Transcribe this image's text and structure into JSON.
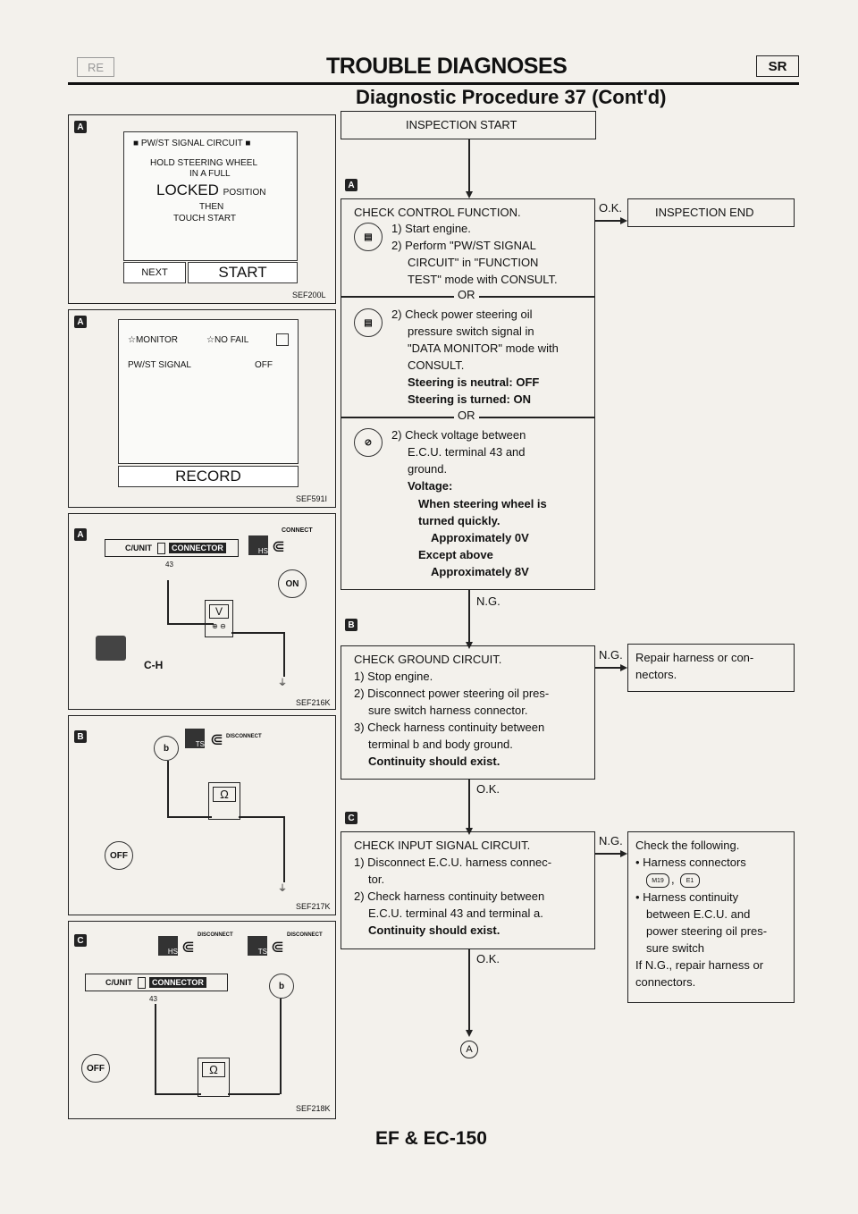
{
  "header": {
    "left_badge": "RE",
    "title": "TROUBLE DIAGNOSES",
    "right_badge": "SR",
    "subtitle": "Diagnostic Procedure 37 (Cont'd)"
  },
  "panels": {
    "a1": {
      "tag": "A",
      "line1": "PW/ST SIGNAL CIRCUIT",
      "line2": "HOLD STEERING WHEEL",
      "line3": "IN A FULL",
      "line4a": "LOCKED",
      "line4b": "POSITION",
      "line5": "THEN",
      "line6": "TOUCH START",
      "btn_next": "NEXT",
      "btn_start": "START",
      "ref": "SEF200L"
    },
    "a2": {
      "tag": "A",
      "hdr_monitor": "☆MONITOR",
      "hdr_nofail": "☆NO FAIL",
      "row_label": "PW/ST SIGNAL",
      "row_value": "OFF",
      "btn_record": "RECORD",
      "ref": "SEF591I"
    },
    "a3": {
      "tag": "A",
      "cunit": "C/UNIT",
      "connector": "CONNECTOR",
      "pin": "43",
      "connect": "CONNECT",
      "hs": "HS",
      "on": "ON",
      "v": "V",
      "ch": "C-H",
      "ref": "SEF216K"
    },
    "b1": {
      "tag": "B",
      "disconnect": "DISCONNECT",
      "pin": "b",
      "ts": "TS",
      "off": "OFF",
      "ohm": "Ω",
      "ref": "SEF217K"
    },
    "c1": {
      "tag": "C",
      "disconnect1": "DISCONNECT",
      "disconnect2": "DISCONNECT",
      "hs": "HS",
      "ts": "TS",
      "cunit": "C/UNIT",
      "connector": "CONNECTOR",
      "pin": "43",
      "pin_b": "b",
      "off": "OFF",
      "ohm": "Ω",
      "ref": "SEF218K"
    }
  },
  "flow": {
    "inspection_start": "INSPECTION START",
    "tag_a": "A",
    "tag_b": "B",
    "tag_c": "C",
    "check_control": {
      "title": "CHECK CONTROL FUNCTION.",
      "s1": "1) Start engine.",
      "s2a": "2) Perform \"PW/ST SIGNAL",
      "s2b": "CIRCUIT\" in \"FUNCTION",
      "s2c": "TEST\" mode with CONSULT.",
      "or1": "OR",
      "m1": "2) Check power steering oil",
      "m2": "pressure switch signal in",
      "m3": "\"DATA MONITOR\" mode with",
      "m4": "CONSULT.",
      "m5": "Steering is neutral: OFF",
      "m6": "Steering is turned: ON",
      "or2": "OR",
      "v1": "2) Check voltage between",
      "v2": "E.C.U. terminal 43 and",
      "v3": "ground.",
      "v4": "Voltage:",
      "v5": "When steering wheel is",
      "v6": "turned quickly.",
      "v7": "Approximately 0V",
      "v8": "Except above",
      "v9": "Approximately 8V"
    },
    "ok1": "O.K.",
    "inspection_end": "INSPECTION END",
    "ng1": "N.G.",
    "check_ground": {
      "title": "CHECK GROUND CIRCUIT.",
      "s1": "1) Stop engine.",
      "s2a": "2) Disconnect power steering oil pres-",
      "s2b": "sure switch harness connector.",
      "s3a": "3) Check harness continuity between",
      "s3b": "terminal b and body ground.",
      "s4": "Continuity should exist."
    },
    "ng2": "N.G.",
    "repair1a": "Repair harness or con-",
    "repair1b": "nectors.",
    "ok2": "O.K.",
    "check_input": {
      "title": "CHECK INPUT SIGNAL CIRCUIT.",
      "s1a": "1) Disconnect E.C.U. harness connec-",
      "s1b": "tor.",
      "s2a": "2) Check harness continuity between",
      "s2b": "E.C.U. terminal 43 and terminal a.",
      "s3": "Continuity should exist."
    },
    "ng3": "N.G.",
    "check_following": {
      "l1": "Check the following.",
      "l2": "• Harness connectors",
      "l3a": "M19",
      "l3b": "E1",
      "l4": "• Harness continuity",
      "l5": "between E.C.U. and",
      "l6": "power steering oil pres-",
      "l7": "sure switch",
      "l8": "If N.G., repair harness or",
      "l9": "connectors."
    },
    "ok3": "O.K.",
    "end_marker": "A"
  },
  "footer": {
    "page": "EF & EC-150"
  }
}
